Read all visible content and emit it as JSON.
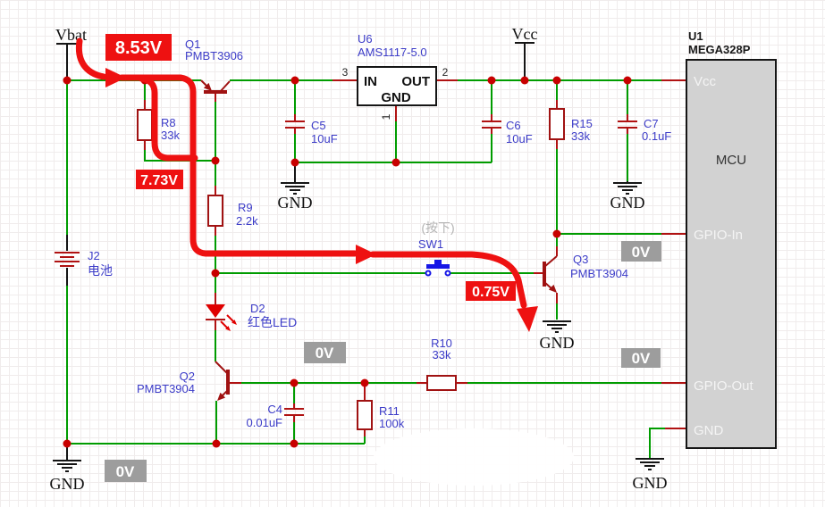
{
  "schematic": {
    "nets": {
      "vbat": "Vbat",
      "vcc": "Vcc",
      "gnd": "GND"
    },
    "components": {
      "q1": {
        "ref": "Q1",
        "part": "PMBT3906"
      },
      "q2": {
        "ref": "Q2",
        "part": "PMBT3904"
      },
      "q3": {
        "ref": "Q3",
        "part": "PMBT3904"
      },
      "r8": {
        "ref": "R8",
        "value": "33k"
      },
      "r9": {
        "ref": "R9",
        "value": "2.2k"
      },
      "r10": {
        "ref": "R10",
        "value": "33k"
      },
      "r11": {
        "ref": "R11",
        "value": "100k"
      },
      "r15": {
        "ref": "R15",
        "value": "33k"
      },
      "c4": {
        "ref": "C4",
        "value": "0.01uF"
      },
      "c5": {
        "ref": "C5",
        "value": "10uF"
      },
      "c6": {
        "ref": "C6",
        "value": "10uF"
      },
      "c7": {
        "ref": "C7",
        "value": "0.1uF"
      },
      "d2": {
        "ref": "D2",
        "value": "红色LED"
      },
      "j2": {
        "ref": "J2",
        "value": "电池"
      },
      "sw1": {
        "ref": "SW1",
        "state_note": "(按下)"
      },
      "u6": {
        "ref": "U6",
        "part": "AMS1117-5.0",
        "pins": {
          "in": "IN",
          "out": "OUT",
          "gnd": "GND",
          "num_in": "3",
          "num_out": "2",
          "num_gnd": "1"
        }
      },
      "u1": {
        "ref": "U1",
        "part": "MEGA328P",
        "pins": {
          "vcc": "Vcc",
          "mcu": "MCU",
          "gpio_in": "GPIO-In",
          "gpio_out": "GPIO-Out",
          "gnd": "GND"
        }
      }
    },
    "measurements": {
      "vbat_rail": "8.53V",
      "q1_base": "7.73V",
      "q3_base": "0.75V",
      "zero": "0V"
    },
    "colors": {
      "wire_green": "#009c00",
      "component_red": "#a01212",
      "junction_red": "#c80000",
      "annotation_red": "#ee1111",
      "label_blue": "#3c3cc8",
      "badge_gray": "#9d9d9d",
      "switch_blue": "#1616e6",
      "mcu_fill": "#d2d2d2"
    }
  }
}
